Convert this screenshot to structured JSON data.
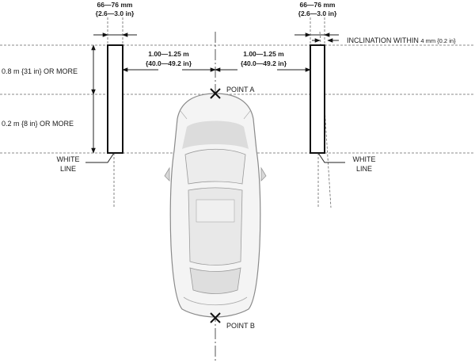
{
  "labels": {
    "width_top_left_1": "66—76 mm",
    "width_top_left_2": "{2.6—3.0 in}",
    "width_top_right_1": "66—76 mm",
    "width_top_right_2": "{2.6—3.0 in}",
    "inclination_main": "INCLINATION WITHIN ",
    "inclination_value": "4 mm {0.2 in}",
    "dist_left_1": "1.00—1.25 m",
    "dist_left_2": "{40.0—49.2 in}",
    "dist_right_1": "1.00—1.25 m",
    "dist_right_2": "{40.0—49.2 in}",
    "height_upper": "0.8 m {31 in} OR MORE",
    "height_lower": "0.2 m {8 in} OR MORE",
    "white_line_left_1": "WHITE",
    "white_line_left_2": "LINE",
    "white_line_right_1": "WHITE",
    "white_line_right_2": "LINE",
    "point_a": "POINT A",
    "point_b": "POINT B"
  }
}
